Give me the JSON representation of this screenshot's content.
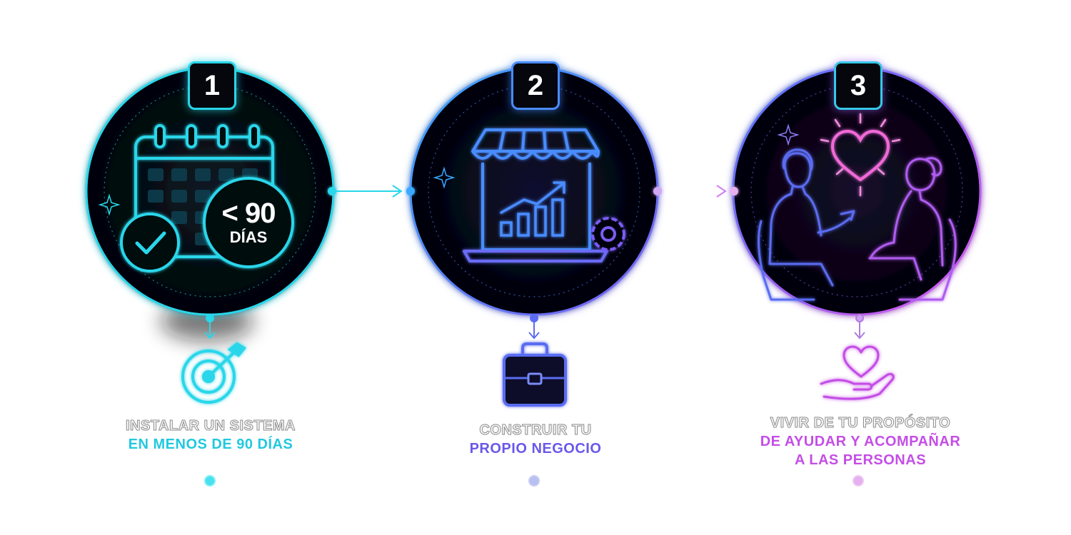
{
  "steps": [
    {
      "number": "1",
      "days_badge": {
        "big": "< 90",
        "small": "DÍAS"
      },
      "caption_line1": "INSTALAR UN SISTEMA",
      "caption_line2": "EN MENOS DE 90 DÍAS",
      "main_icon": "calendar-icon",
      "outcome_icon": "target-icon",
      "accent": "#29d6ea"
    },
    {
      "number": "2",
      "caption_line1": "CONSTRUIR TU",
      "caption_line2": "PROPIO NEGOCIO",
      "main_icon": "storefront-laptop-icon",
      "outcome_icon": "briefcase-icon",
      "accent": "#4a8cff"
    },
    {
      "number": "3",
      "caption_line1": "VIVIR DE TU PROPÓSITO",
      "caption_line2": "DE AYUDAR Y ACOMPAÑAR",
      "caption_line3": "A LAS PERSONAS",
      "main_icon": "conversation-people-icon",
      "outcome_icon": "heart-hand-icon",
      "accent": "#c44ee6"
    }
  ],
  "colors": {
    "cyan": "#29d6ea",
    "blue": "#5a6cf0",
    "purple": "#a65cf5",
    "pink": "#d35cf0",
    "dark": "#05070d"
  }
}
